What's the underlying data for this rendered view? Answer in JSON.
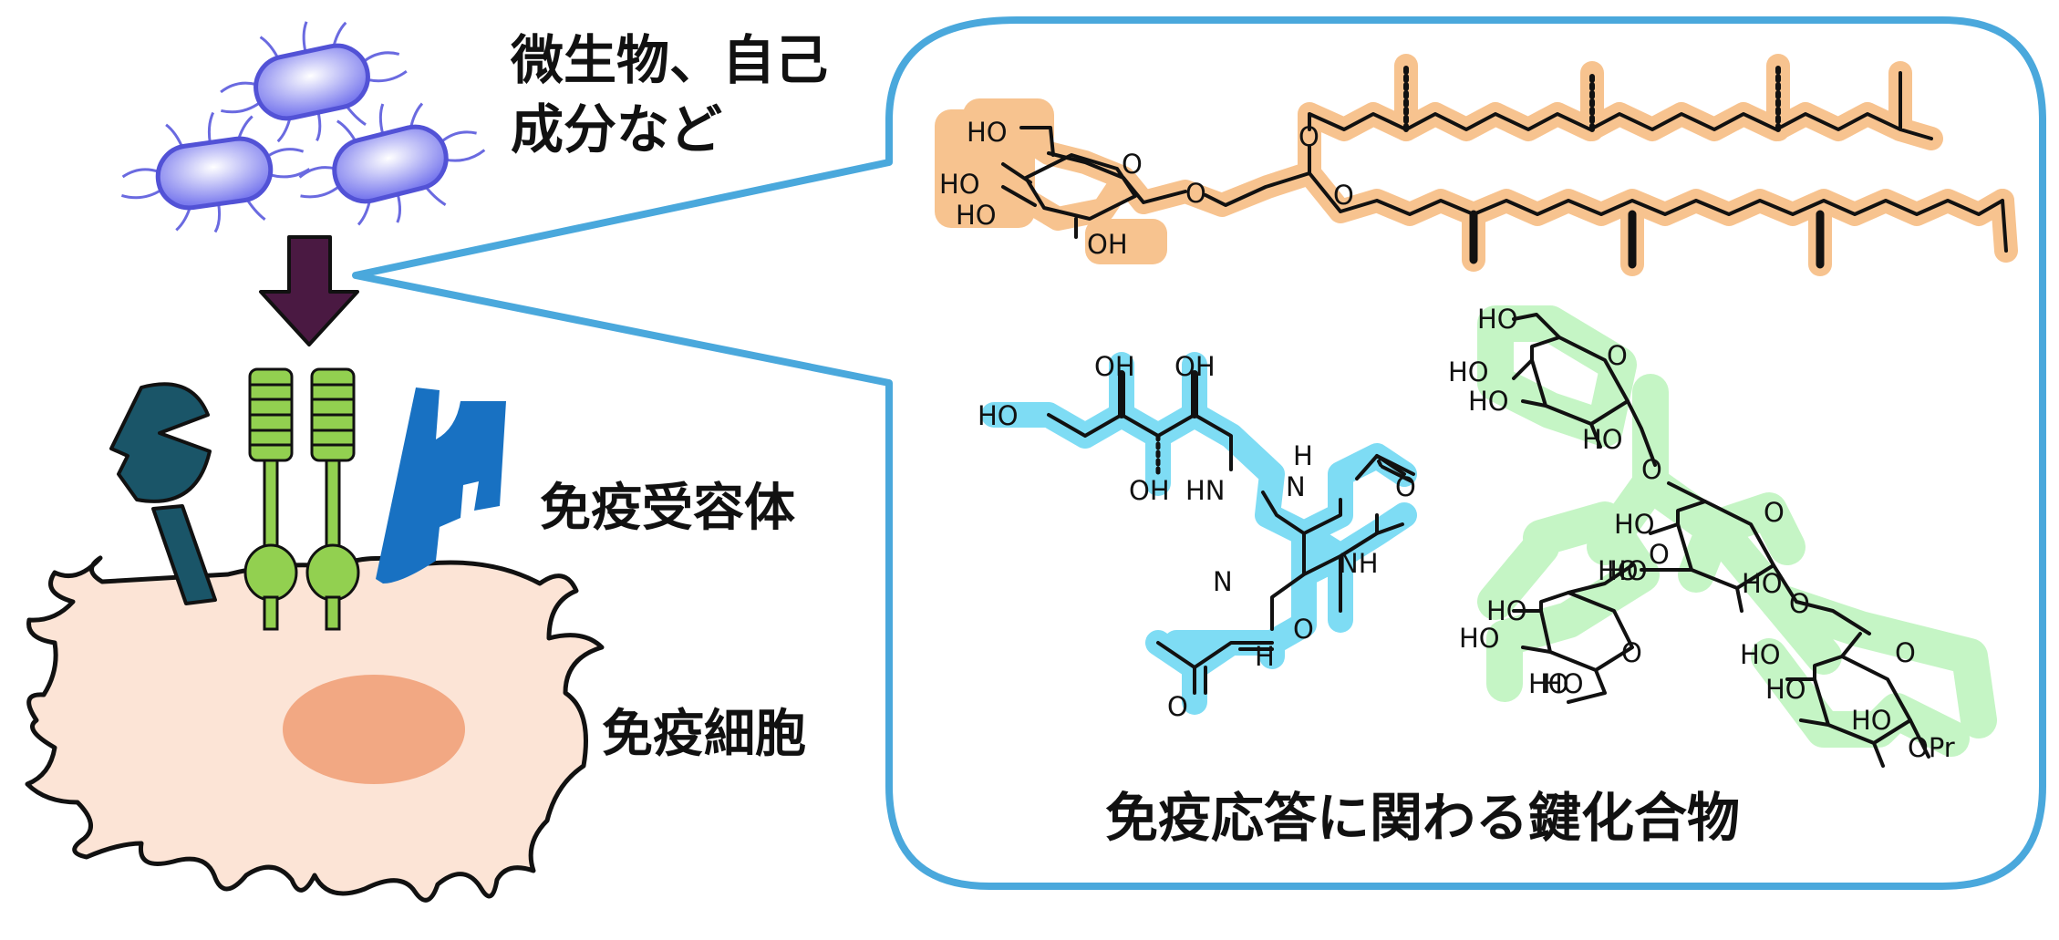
{
  "labels": {
    "microbe_line1": "微生物、自己",
    "microbe_line2": "成分など",
    "receptor": "免疫受容体",
    "immune_cell": "免疫細胞",
    "key_compounds": "免疫応答に関わる鍵化合物"
  },
  "chem": {
    "lipid": {
      "atoms": [
        "HO",
        "HO",
        "HO",
        "OH",
        "O",
        "O",
        "O",
        "O"
      ]
    },
    "pyrimidine": {
      "atoms": [
        "OH",
        "OH",
        "HO",
        "OH",
        "HN",
        "H",
        "N",
        "O",
        "NH",
        "N",
        "O",
        "H",
        "O"
      ]
    },
    "mannose": {
      "atoms": [
        "HO",
        "HO",
        "HO",
        "O",
        "HO",
        "O",
        "HO",
        "O",
        "HO",
        "HO",
        "HO",
        "HO",
        "O",
        "HO",
        "HO",
        "O",
        "HO",
        "O",
        "HO",
        "HO",
        "HO",
        "O",
        "OPr"
      ]
    }
  },
  "colors": {
    "frame": "#4aa8dc",
    "arrow": "#4a1942",
    "lipid_highlight": "#f7c38f",
    "pyrimidine_highlight": "#7edcf4",
    "mannose_highlight": "#c5f5c5",
    "receptor_dark": "#1a5568",
    "receptor_green": "#92d050",
    "receptor_blue": "#1871c2",
    "cell": "#fce4d6",
    "nucleus": "#f2a883",
    "bacterium": "#7a7aee"
  }
}
